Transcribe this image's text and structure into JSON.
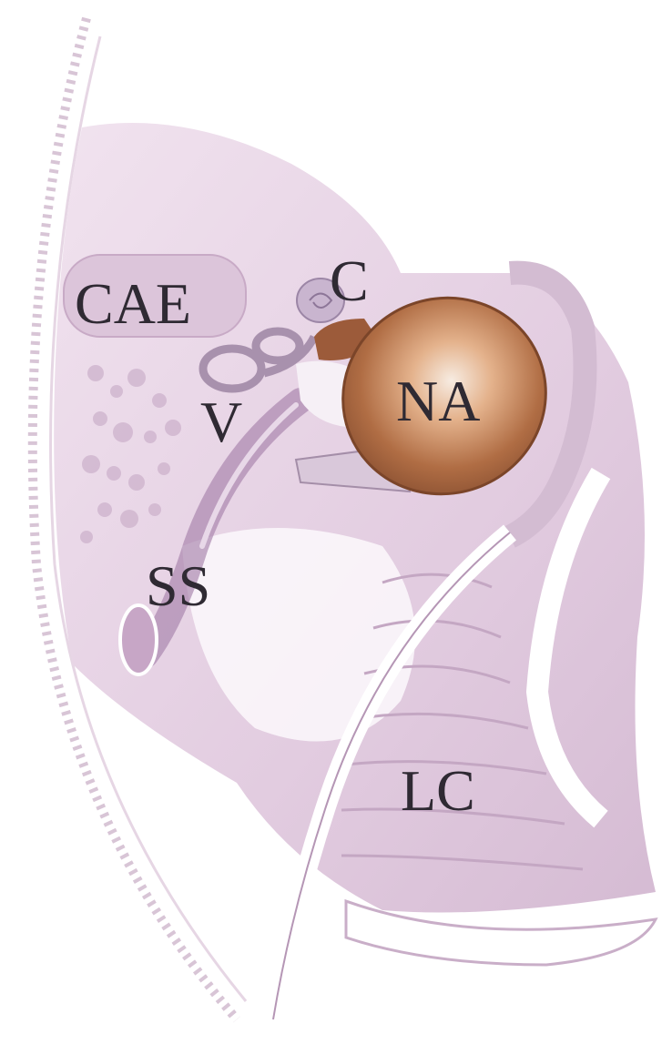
{
  "labels": {
    "cae": "CAE",
    "c": "C",
    "v": "V",
    "na": "NA",
    "ss": "SS",
    "lc": "LC"
  },
  "colors": {
    "background": "#ffffff",
    "bone_lilac": "#e8d6e6",
    "bone_shadow": "#c9a7c7",
    "vessel_purple": "#a37ca8",
    "tumor_brown": "#a7663f",
    "tumor_highlight": "#f4e6d9",
    "label_ink": "#2f2a33"
  }
}
